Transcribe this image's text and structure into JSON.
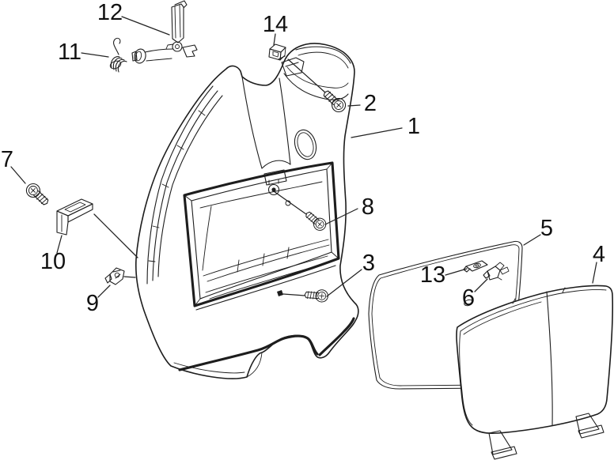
{
  "figure": {
    "kind": "exploded-parts-diagram",
    "background_color": "#ffffff",
    "line_color": "#1d1d1d",
    "label_color": "#111111"
  },
  "callouts": [
    {
      "label": "1"
    },
    {
      "label": "2"
    },
    {
      "label": "3"
    },
    {
      "label": "4"
    },
    {
      "label": "5"
    },
    {
      "label": "6"
    },
    {
      "label": "7"
    },
    {
      "label": "8"
    },
    {
      "label": "9"
    },
    {
      "label": "10"
    },
    {
      "label": "11"
    },
    {
      "label": "12"
    },
    {
      "label": "13"
    },
    {
      "label": "14"
    }
  ]
}
